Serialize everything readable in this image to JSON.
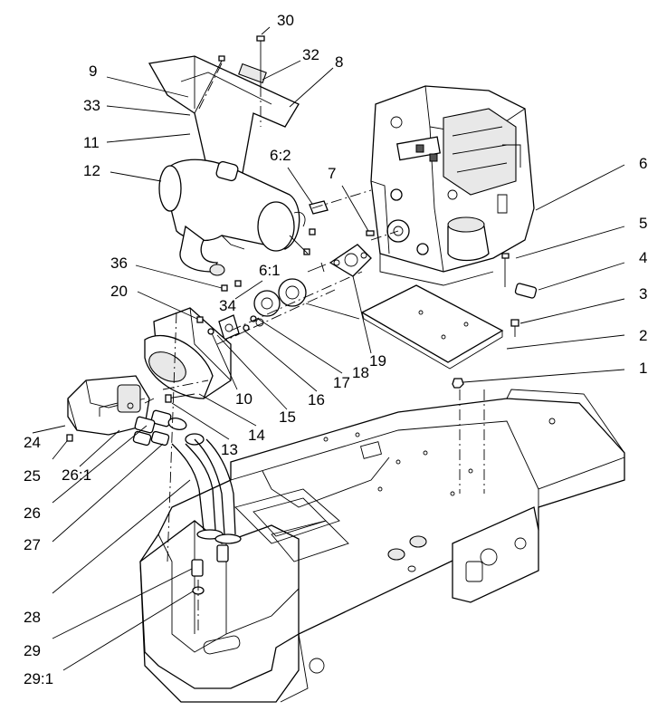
{
  "callouts": [
    {
      "id": "c30",
      "label": "30"
    },
    {
      "id": "c32",
      "label": "32"
    },
    {
      "id": "c8",
      "label": "8"
    },
    {
      "id": "c9",
      "label": "9"
    },
    {
      "id": "c33",
      "label": "33"
    },
    {
      "id": "c11",
      "label": "11"
    },
    {
      "id": "c12",
      "label": "12"
    },
    {
      "id": "c6-2",
      "label": "6:2"
    },
    {
      "id": "c7",
      "label": "7"
    },
    {
      "id": "c6",
      "label": "6"
    },
    {
      "id": "c5",
      "label": "5"
    },
    {
      "id": "c4",
      "label": "4"
    },
    {
      "id": "c3",
      "label": "3"
    },
    {
      "id": "c2",
      "label": "2"
    },
    {
      "id": "c1",
      "label": "1"
    },
    {
      "id": "c36",
      "label": "36"
    },
    {
      "id": "c6-1",
      "label": "6:1"
    },
    {
      "id": "c34",
      "label": "34"
    },
    {
      "id": "c20",
      "label": "20"
    },
    {
      "id": "c19",
      "label": "19"
    },
    {
      "id": "c18",
      "label": "18"
    },
    {
      "id": "c17",
      "label": "17"
    },
    {
      "id": "c16",
      "label": "16"
    },
    {
      "id": "c15",
      "label": "15"
    },
    {
      "id": "c10",
      "label": "10"
    },
    {
      "id": "c14",
      "label": "14"
    },
    {
      "id": "c13",
      "label": "13"
    },
    {
      "id": "c24",
      "label": "24"
    },
    {
      "id": "c25",
      "label": "25"
    },
    {
      "id": "c26-1",
      "label": "26:1"
    },
    {
      "id": "c26",
      "label": "26"
    },
    {
      "id": "c27",
      "label": "27"
    },
    {
      "id": "c28",
      "label": "28"
    },
    {
      "id": "c29",
      "label": "29"
    },
    {
      "id": "c29-1",
      "label": "29:1"
    }
  ]
}
